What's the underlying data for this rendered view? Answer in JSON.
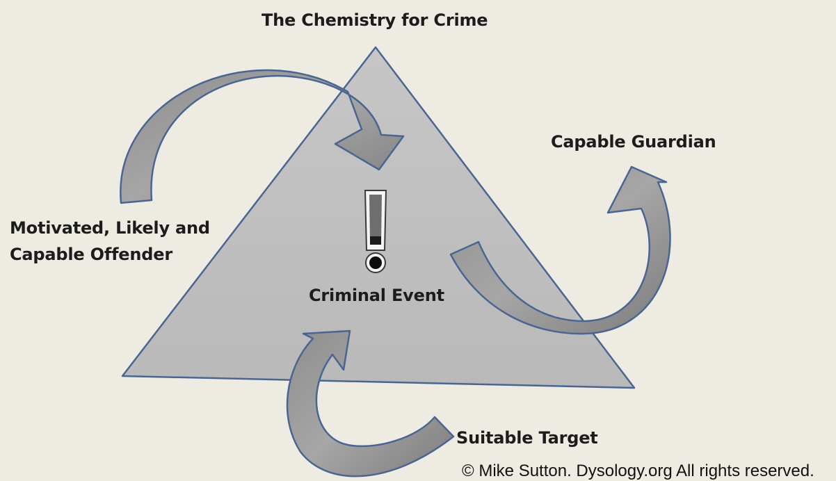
{
  "title": "The Chemistry for Crime",
  "nodes": {
    "guardian": "Capable Guardian",
    "offender_line1": "Motivated, Likely and",
    "offender_line2": "Capable Offender",
    "event": "Criminal Event",
    "target": "Suitable Target"
  },
  "copyright": "© Mike Sutton. Dysology.org All rights reserved.",
  "icons": {
    "center": "exclamation-icon",
    "arrows": [
      "curved-arrow-offender-to-event",
      "curved-arrow-event-to-guardian",
      "curved-arrow-target-to-event"
    ]
  },
  "colors": {
    "background": "#eeebe2",
    "triangle_fill": "#bfbfbf",
    "outline": "#4a6592",
    "arrow_fill": "#9a9a9a",
    "text": "#1c1c1c"
  }
}
